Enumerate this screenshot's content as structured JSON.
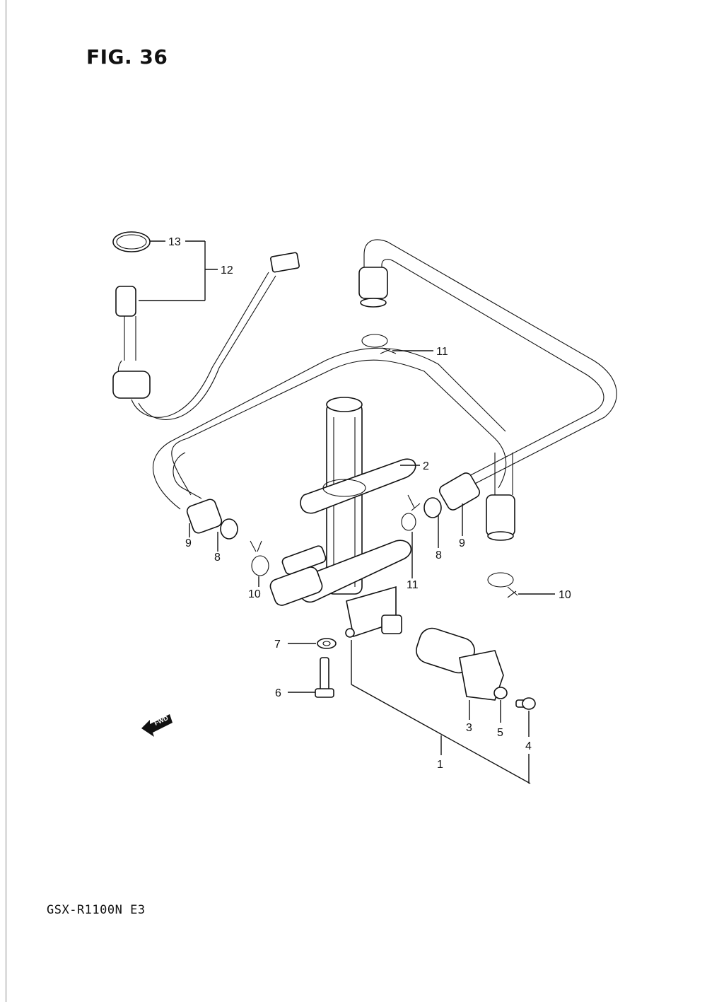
{
  "header": {
    "figure_label": "FIG. 36"
  },
  "footer": {
    "model_code": "GSX-R1100N E3"
  },
  "fwd_arrow": {
    "text": "FWD"
  },
  "callouts": {
    "c1": "1",
    "c2": "2",
    "c3": "3",
    "c4": "4",
    "c5": "5",
    "c6": "6",
    "c7": "7",
    "c8a": "8",
    "c8b": "8",
    "c9a": "9",
    "c9b": "9",
    "c10a": "10",
    "c10b": "10",
    "c11a": "11",
    "c11b": "11",
    "c12": "12",
    "c13": "13"
  }
}
